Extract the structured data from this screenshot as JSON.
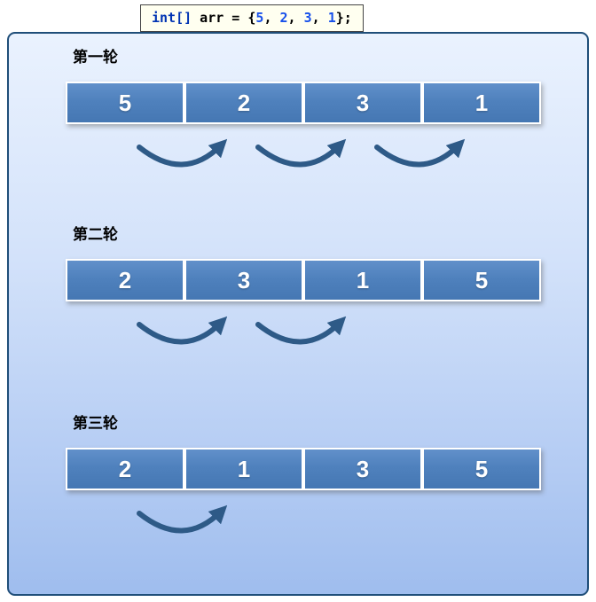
{
  "code": {
    "full_text": "int[] arr = {5, 2, 3, 1};",
    "segments": [
      {
        "text": "int[]",
        "type": "keyword"
      },
      {
        "text": " arr = {",
        "type": "plain"
      },
      {
        "text": "5",
        "type": "number"
      },
      {
        "text": ", ",
        "type": "plain"
      },
      {
        "text": "2",
        "type": "number"
      },
      {
        "text": ", ",
        "type": "plain"
      },
      {
        "text": "3",
        "type": "number"
      },
      {
        "text": ", ",
        "type": "plain"
      },
      {
        "text": "1",
        "type": "number"
      },
      {
        "text": "};",
        "type": "plain"
      }
    ]
  },
  "rounds": [
    {
      "label": "第一轮",
      "values": [
        "5",
        "2",
        "3",
        "1"
      ],
      "swap_arrow_gaps": [
        1,
        2,
        3
      ]
    },
    {
      "label": "第二轮",
      "values": [
        "2",
        "3",
        "1",
        "5"
      ],
      "swap_arrow_gaps": [
        1,
        2
      ]
    },
    {
      "label": "第三轮",
      "values": [
        "2",
        "1",
        "3",
        "5"
      ],
      "swap_arrow_gaps": [
        1
      ]
    }
  ],
  "colors": {
    "cell_fill": "#4f81bd",
    "arrow": "#2e5a87",
    "panel_border": "#1f4e79",
    "panel_gradient_top": "#eaf2fe",
    "panel_gradient_bottom": "#9fbdee",
    "code_keyword": "#0033b3",
    "code_number": "#1750eb",
    "code_background": "#fffff0"
  }
}
